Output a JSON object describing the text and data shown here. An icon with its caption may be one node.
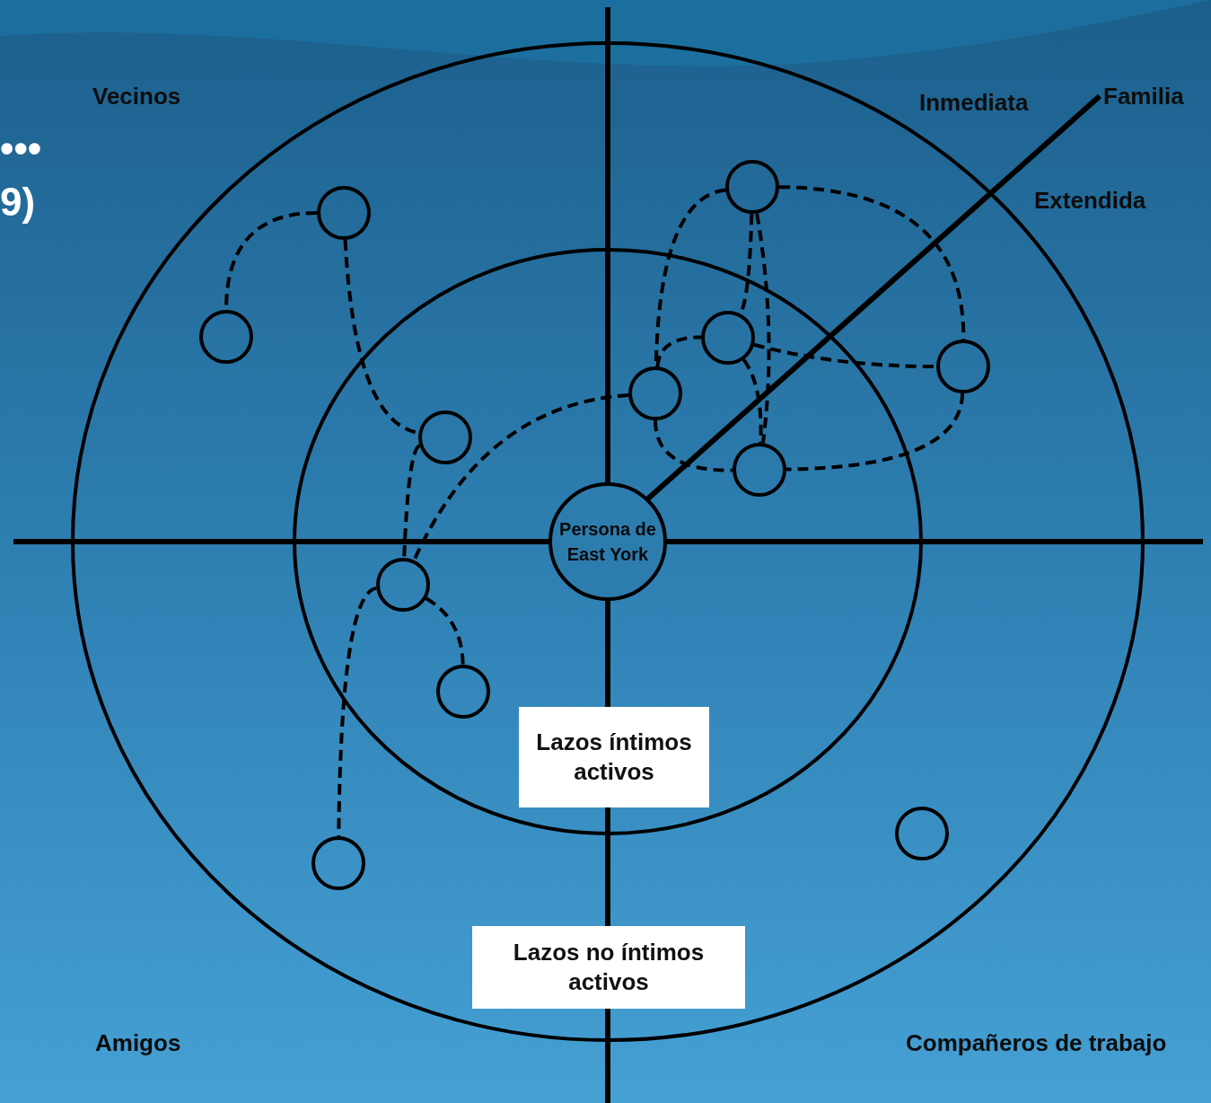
{
  "diagram": {
    "nodes": [
      {
        "text": [
          "Persona de East York"
        ]
      },
      {
        "text": [],
        "shape": "circle"
      },
      {
        "text": [],
        "shape": "circle"
      },
      {
        "text": [],
        "shape": "circle"
      },
      {
        "text": [],
        "shape": "circle"
      },
      {
        "text": [],
        "shape": "circle"
      },
      {
        "text": [],
        "shape": "circle"
      },
      {
        "text": [],
        "shape": "circle"
      },
      {
        "text": [],
        "shape": "circle"
      },
      {
        "text": [],
        "shape": "circle"
      },
      {
        "text": [],
        "shape": "circle"
      },
      {
        "text": [],
        "shape": "circle"
      },
      {
        "text": [],
        "shape": "circle"
      },
      {
        "text": [
          "Lazos íntimos activos"
        ]
      },
      {
        "text": [
          "Lazos no íntimos activos"
        ]
      }
    ],
    "edges": [
      {
        "from": 1,
        "to": 2,
        "arrow": "none",
        "style": "dashed"
      },
      {
        "from": 1,
        "to": 3,
        "arrow": "none",
        "style": "dashed"
      },
      {
        "from": 3,
        "to": 4,
        "arrow": "none",
        "style": "dashed"
      },
      {
        "from": 9,
        "to": 4,
        "arrow": "none",
        "style": "dashed"
      },
      {
        "from": 4,
        "to": 5,
        "arrow": "none",
        "style": "dashed"
      },
      {
        "from": 4,
        "to": 6,
        "arrow": "none",
        "style": "dashed"
      },
      {
        "from": 7,
        "to": 9,
        "arrow": "none",
        "style": "dashed"
      },
      {
        "from": 7,
        "to": 8,
        "arrow": "none",
        "style": "dashed"
      },
      {
        "from": 7,
        "to": 11,
        "arrow": "none",
        "style": "dashed"
      },
      {
        "from": 7,
        "to": 10,
        "arrow": "none",
        "style": "dashed"
      },
      {
        "from": 9,
        "to": 8,
        "arrow": "none",
        "style": "dashed"
      },
      {
        "from": 8,
        "to": 10,
        "arrow": "none",
        "style": "dashed"
      },
      {
        "from": 8,
        "to": 11,
        "arrow": "none",
        "style": "dashed"
      },
      {
        "from": 9,
        "to": 11,
        "arrow": "none",
        "style": "dashed"
      },
      {
        "from": 10,
        "to": 11,
        "arrow": "none",
        "style": "dashed"
      }
    ],
    "labels": [
      "Vecinos",
      "•••",
      "Inmediata",
      "Familia",
      "9)",
      "Extendida",
      "Amigos",
      "Compañeros de trabajo"
    ]
  }
}
